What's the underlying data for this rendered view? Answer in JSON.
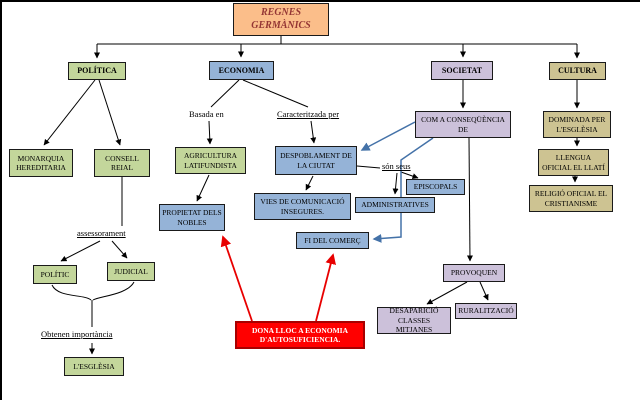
{
  "title": {
    "label": "REGNES GERMÀNICS"
  },
  "nodes": {
    "politica": {
      "label": "POLÍTICA"
    },
    "economia": {
      "label": "ECONOMIA"
    },
    "societat": {
      "label": "SOCIETAT"
    },
    "cultura": {
      "label": "CULTURA"
    },
    "monarquia": {
      "label": "MONARQUIA HEREDITARIA"
    },
    "consell": {
      "label": "CONSELL REIAL"
    },
    "politic": {
      "label": "POLÍTIC"
    },
    "judicial": {
      "label": "JUDICIAL"
    },
    "esglesia": {
      "label": "L'ESGLÈSIA"
    },
    "agricultura": {
      "label": "AGRICULTURA LATIFUNDISTA"
    },
    "propietat": {
      "label": "PROPIETAT DELS NOBLES"
    },
    "despoblament": {
      "label": "DESPOBLAMENT DE LA CIUTAT"
    },
    "vies": {
      "label": "VIES DE COMUNICACIÓ INSEGURES."
    },
    "episcopals": {
      "label": "EPISCOPALS"
    },
    "administratives": {
      "label": "ADMINISTRATIVES"
    },
    "fi_comerc": {
      "label": "FI DEL COMERÇ"
    },
    "consequencia": {
      "label": "COM A CONSEQÜÈNCIA DE"
    },
    "provoquen": {
      "label": "PROVOQUEN"
    },
    "desaparicio": {
      "label": "DESAPARICIÓ CLASSES MITJANES"
    },
    "ruralitzacio": {
      "label": "RURALITZACIÓ"
    },
    "dominada": {
      "label": "DOMINADA PER L'ESGLÈSIA"
    },
    "llengua": {
      "label": "LLENGUA OFICIAL EL LLATÍ"
    },
    "religio": {
      "label": "RELIGIÓ OFICIAL EL CRISTIANISME"
    },
    "dona_lloc": {
      "label": "DONA LLOC A ECONOMIA D'AUTOSUFICIENCIA."
    }
  },
  "annotations": {
    "basada": {
      "label": "Basada en"
    },
    "caracteritzada": {
      "label": "Caracteritzada per"
    },
    "assessorament": {
      "label": "assessorament"
    },
    "son_seus": {
      "label": "són seus"
    },
    "obtenen": {
      "label": "Obtenen importància"
    }
  },
  "palette": {
    "orange": "#FBBE8A",
    "green": "#C3D69B",
    "blue": "#95B3D7",
    "lavender": "#CCC1DA",
    "tan": "#CDC392",
    "red": "#FF0000",
    "title_text": "#943634",
    "blue_arrow": "#4472A8",
    "red_arrow": "#E80000"
  }
}
